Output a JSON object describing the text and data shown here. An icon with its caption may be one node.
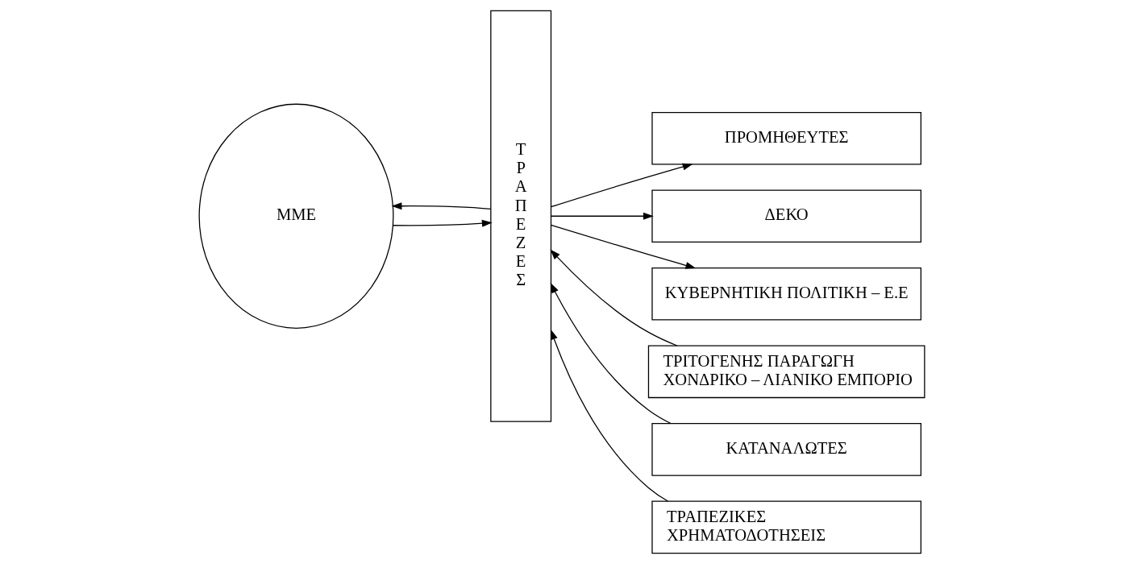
{
  "diagram": {
    "nodes": [
      {
        "text": [
          "ΜΜΕ"
        ]
      },
      {
        "text": [
          "Τ Ρ Α Π Ε Ζ Ε Σ"
        ]
      },
      {
        "text": [
          "ΠΡΟΜΗΘΕΥΤΕΣ"
        ]
      },
      {
        "text": [
          "ΤΡΙΤΟΓΕΝΗΣ ΠΑΡΑΓΩΓΗ ΧΟΝΔΡΙΚΟ – ΛΙΑΝΙΚΟ ΕΜΠΟΡΙΟ"
        ]
      },
      {
        "text": [
          "ΔΕΚΟ"
        ]
      },
      {
        "text": [
          "ΚΑΤΑΝΑΛΩΤΕΣ"
        ]
      },
      {
        "text": [
          "ΚΥΒΕΡΝΗΤΙΚΗ ΠΟΛΙΤΙΚΗ – Ε.Ε"
        ]
      },
      {
        "text": [
          "ΤΡΑΠΕΖΙΚΕΣ ΧΡΗΜΑΤΟΔΟΤΗΣΕΙΣ"
        ]
      }
    ],
    "edges": [
      {
        "from": 0,
        "to": 1,
        "arrow": "to"
      },
      {
        "from": 1,
        "to": 0,
        "arrow": "to"
      },
      {
        "from": 1,
        "to": 2,
        "arrow": "to"
      },
      {
        "from": 3,
        "to": 1,
        "arrow": "to"
      },
      {
        "from": 1,
        "to": 4,
        "arrow": "to"
      },
      {
        "from": 5,
        "to": 1,
        "arrow": "to"
      },
      {
        "from": 1,
        "to": 6,
        "arrow": "to"
      },
      {
        "from": 7,
        "to": 1,
        "arrow": "to"
      }
    ]
  }
}
